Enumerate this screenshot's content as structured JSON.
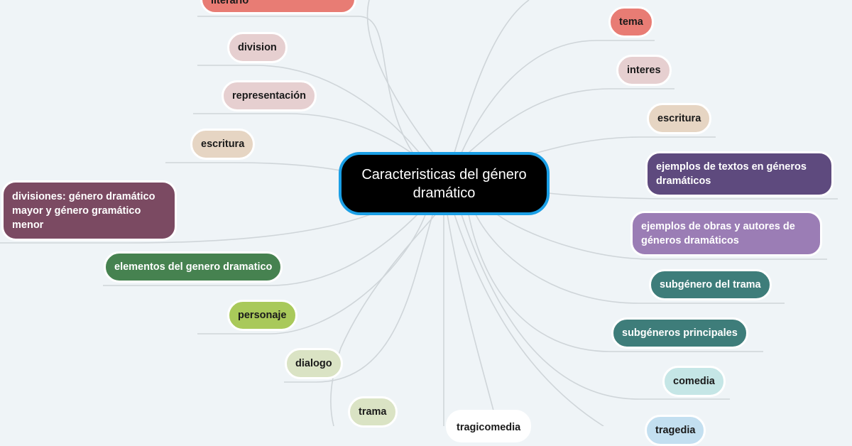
{
  "central_topic": "Caracteristicas del género dramático",
  "left_branches": [
    {
      "label": "literario",
      "color": "#e87c74"
    },
    {
      "label": "division",
      "color": "#e6cfd0"
    },
    {
      "label": "representación",
      "color": "#e6cfd0"
    },
    {
      "label": "escritura",
      "color": "#e6d5c3"
    },
    {
      "label": "divisiones: género dramático mayor y género gramático menor",
      "color": "#7b4a62"
    },
    {
      "label": "elementos del genero dramatico",
      "color": "#468250"
    },
    {
      "label": "personaje",
      "color": "#a9c95a"
    },
    {
      "label": "dialogo",
      "color": "#dae3c4"
    },
    {
      "label": "trama",
      "color": "#dae3c4"
    }
  ],
  "bottom_branches": [
    {
      "label": "tragicomedia",
      "color": "#ffffff"
    }
  ],
  "right_branches": [
    {
      "label": "tema",
      "color": "#e87c74"
    },
    {
      "label": "interes",
      "color": "#e6cfd0"
    },
    {
      "label": "escritura",
      "color": "#e6d5c3"
    },
    {
      "label": "ejemplos de textos en géneros dramáticos",
      "color": "#5e4a7e"
    },
    {
      "label": "ejemplos de obras y autores de géneros dramáticos",
      "color": "#9b7db5"
    },
    {
      "label": "subgénero del trama",
      "color": "#3e7d7a"
    },
    {
      "label": "subgéneros principales",
      "color": "#3e7d7a"
    },
    {
      "label": "comedia",
      "color": "#c5e6e6"
    },
    {
      "label": "tragedia",
      "color": "#c3dff0"
    }
  ],
  "colors": {
    "background": "#eff4f7",
    "center_border": "#1a9fe6",
    "link": "#cfd5d9"
  }
}
